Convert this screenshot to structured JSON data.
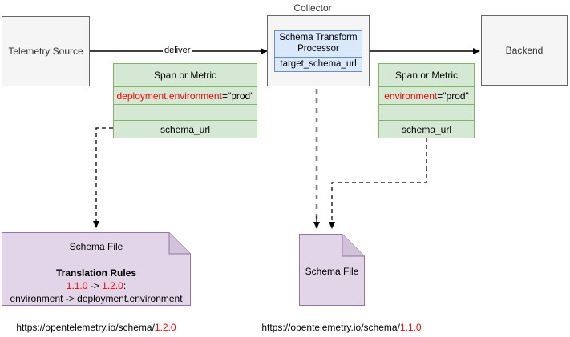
{
  "diagram": {
    "title": "OpenTelemetry schema transform processor flow",
    "colors": {
      "plain_fill": "#f5f5f5",
      "plain_stroke": "#666666",
      "blue_fill": "#dae8fc",
      "blue_stroke": "#6c8ebf",
      "green_fill": "#d5e8d4",
      "green_stroke": "#82b366",
      "note_fill": "#e1d5e7",
      "note_stroke": "#9673a6",
      "accent_red": "#ff0000",
      "edge_black": "#000000",
      "edge_gray": "#808080"
    }
  },
  "nodes": {
    "telemetry_source": {
      "label": "Telemetry Source"
    },
    "collector": {
      "label": "Collector"
    },
    "processor": {
      "title": "Schema Transform Processor",
      "field": "target_schema_url"
    },
    "backend": {
      "label": "Backend"
    },
    "span_left": {
      "header": "Span or Metric",
      "attr_key": "deployment.environment",
      "attr_value": "=\"prod\"",
      "empty_row": "",
      "schema_row": "schema_url"
    },
    "span_right": {
      "header": "Span or Metric",
      "attr_key": "environment",
      "attr_value": "=\"prod\"",
      "empty_row": "",
      "schema_row": "schema_url"
    },
    "schema_file_left": {
      "title": "Schema File",
      "rules_heading": "Translation Rules",
      "rules_from": "1.1.0",
      "rules_arrow": " -> ",
      "rules_to": "1.2.0",
      "rules_colon": ":",
      "rules_mapping": "environment -> deployment.environment"
    },
    "schema_file_right": {
      "title": "Schema File"
    }
  },
  "edges": {
    "deliver_label": "deliver"
  },
  "captions": {
    "left_url_prefix": "https://opentelemetry.io/schema/",
    "left_url_version": "1.2.0",
    "right_url_prefix": "https://opentelemetry.io/schema/",
    "right_url_version": "1.1.0"
  }
}
